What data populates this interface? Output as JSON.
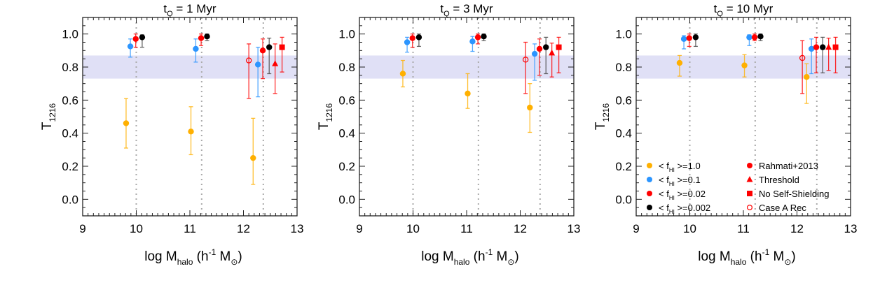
{
  "chart_data": [
    {
      "type": "scatter",
      "title": {
        "pre": "t",
        "sub": "Q",
        "post": " = 1 Myr"
      },
      "ylabel": {
        "pre": "T",
        "sub": "1216"
      },
      "xlabel": {
        "pre": "log M",
        "sub": "halo",
        "mid": " (h",
        "sup": "-1",
        "post": " M",
        "sub2": "⊙",
        "end": ")"
      },
      "xlim": [
        9,
        13
      ],
      "ylim": [
        -0.1,
        1.1
      ],
      "xticks": [
        9,
        10,
        11,
        12,
        13
      ],
      "yticks": [
        0.0,
        0.2,
        0.4,
        0.6,
        0.8,
        1.0
      ],
      "ytick_labels": [
        "0.0",
        "0.2",
        "0.4",
        "0.6",
        "0.8",
        "1.0"
      ],
      "band": [
        0.73,
        0.87
      ],
      "vlines": [
        10.0,
        11.22,
        12.37
      ],
      "series": [
        {
          "name": "<fHI>=1.0",
          "color": "#ffb000",
          "marker": "circle",
          "points": [
            {
              "x": 9.81,
              "y": 0.46,
              "lo": 0.31,
              "hi": 0.61
            },
            {
              "x": 11.02,
              "y": 0.41,
              "lo": 0.27,
              "hi": 0.56
            },
            {
              "x": 12.18,
              "y": 0.25,
              "lo": 0.09,
              "hi": 0.49
            }
          ]
        },
        {
          "name": "<fHI>=0.1",
          "color": "#2b95ff",
          "marker": "circle",
          "points": [
            {
              "x": 9.89,
              "y": 0.925,
              "lo": 0.86,
              "hi": 0.97
            },
            {
              "x": 11.11,
              "y": 0.91,
              "lo": 0.83,
              "hi": 0.97
            },
            {
              "x": 12.27,
              "y": 0.815,
              "lo": 0.62,
              "hi": 0.92
            }
          ]
        },
        {
          "name": "<fHI>=0.02",
          "color": "#ff0000",
          "marker": "circle",
          "points": [
            {
              "x": 9.99,
              "y": 0.97,
              "lo": 0.92,
              "hi": 1.0
            },
            {
              "x": 11.21,
              "y": 0.975,
              "lo": 0.93,
              "hi": 1.0
            },
            {
              "x": 12.36,
              "y": 0.9,
              "lo": 0.73,
              "hi": 0.97
            }
          ]
        },
        {
          "name": "<fHI>=0.002",
          "color": "#000000",
          "marker": "circle",
          "points": [
            {
              "x": 10.11,
              "y": 0.98,
              "lo": 0.92,
              "hi": 0.995
            },
            {
              "x": 11.32,
              "y": 0.985,
              "lo": 0.96,
              "hi": 1.0
            },
            {
              "x": 12.48,
              "y": 0.92,
              "lo": 0.76,
              "hi": 0.975
            }
          ]
        },
        {
          "name": "Case A Rec",
          "color": "#ff0000",
          "marker": "open-circle",
          "points": [
            {
              "x": 12.1,
              "y": 0.84,
              "lo": 0.61,
              "hi": 0.94
            }
          ]
        },
        {
          "name": "Threshold",
          "color": "#ff0000",
          "marker": "triangle",
          "points": [
            {
              "x": 12.59,
              "y": 0.82,
              "lo": 0.64,
              "hi": 0.94
            }
          ]
        },
        {
          "name": "No Self-Shielding",
          "color": "#ff0000",
          "marker": "square",
          "points": [
            {
              "x": 12.72,
              "y": 0.92,
              "lo": 0.77,
              "hi": 0.98
            }
          ]
        }
      ]
    },
    {
      "type": "scatter",
      "title": {
        "pre": "t",
        "sub": "Q",
        "post": " = 3 Myr"
      },
      "ylabel": {
        "pre": "T",
        "sub": "1216"
      },
      "xlabel": {
        "pre": "log M",
        "sub": "halo",
        "mid": " (h",
        "sup": "-1",
        "post": " M",
        "sub2": "⊙",
        "end": ")"
      },
      "xlim": [
        9,
        13
      ],
      "ylim": [
        -0.1,
        1.1
      ],
      "xticks": [
        9,
        10,
        11,
        12,
        13
      ],
      "yticks": [
        0.0,
        0.2,
        0.4,
        0.6,
        0.8,
        1.0
      ],
      "ytick_labels": [
        "0.0",
        "0.2",
        "0.4",
        "0.6",
        "0.8",
        "1.0"
      ],
      "band": [
        0.73,
        0.87
      ],
      "vlines": [
        10.0,
        11.22,
        12.37
      ],
      "series": [
        {
          "name": "<fHI>=1.0",
          "color": "#ffb000",
          "marker": "circle",
          "points": [
            {
              "x": 9.81,
              "y": 0.76,
              "lo": 0.68,
              "hi": 0.84
            },
            {
              "x": 11.02,
              "y": 0.64,
              "lo": 0.55,
              "hi": 0.76
            },
            {
              "x": 12.18,
              "y": 0.555,
              "lo": 0.405,
              "hi": 0.7
            }
          ]
        },
        {
          "name": "<fHI>=0.1",
          "color": "#2b95ff",
          "marker": "circle",
          "points": [
            {
              "x": 9.89,
              "y": 0.95,
              "lo": 0.89,
              "hi": 0.98
            },
            {
              "x": 11.11,
              "y": 0.955,
              "lo": 0.895,
              "hi": 0.985
            },
            {
              "x": 12.27,
              "y": 0.88,
              "lo": 0.72,
              "hi": 0.94
            }
          ]
        },
        {
          "name": "<fHI>=0.02",
          "color": "#ff0000",
          "marker": "circle",
          "points": [
            {
              "x": 9.99,
              "y": 0.975,
              "lo": 0.92,
              "hi": 1.0
            },
            {
              "x": 11.21,
              "y": 0.98,
              "lo": 0.94,
              "hi": 1.0
            },
            {
              "x": 12.36,
              "y": 0.91,
              "lo": 0.75,
              "hi": 0.97
            }
          ]
        },
        {
          "name": "<fHI>=0.002",
          "color": "#000000",
          "marker": "circle",
          "points": [
            {
              "x": 10.11,
              "y": 0.98,
              "lo": 0.925,
              "hi": 1.0
            },
            {
              "x": 11.32,
              "y": 0.985,
              "lo": 0.96,
              "hi": 1.0
            },
            {
              "x": 12.48,
              "y": 0.92,
              "lo": 0.76,
              "hi": 0.98
            }
          ]
        },
        {
          "name": "Case A Rec",
          "color": "#ff0000",
          "marker": "open-circle",
          "points": [
            {
              "x": 12.1,
              "y": 0.845,
              "lo": 0.64,
              "hi": 0.95
            }
          ]
        },
        {
          "name": "Threshold",
          "color": "#ff0000",
          "marker": "triangle",
          "points": [
            {
              "x": 12.59,
              "y": 0.885,
              "lo": 0.74,
              "hi": 0.945
            }
          ]
        },
        {
          "name": "No Self-Shielding",
          "color": "#ff0000",
          "marker": "square",
          "points": [
            {
              "x": 12.72,
              "y": 0.92,
              "lo": 0.765,
              "hi": 0.98
            }
          ]
        }
      ]
    },
    {
      "type": "scatter",
      "title": {
        "pre": "t",
        "sub": "Q",
        "post": " = 10 Myr"
      },
      "ylabel": {
        "pre": "T",
        "sub": "1216"
      },
      "xlabel": {
        "pre": "log M",
        "sub": "halo",
        "mid": " (h",
        "sup": "-1",
        "post": " M",
        "sub2": "⊙",
        "end": ")"
      },
      "xlim": [
        9,
        13
      ],
      "ylim": [
        -0.1,
        1.1
      ],
      "xticks": [
        9,
        10,
        11,
        12,
        13
      ],
      "yticks": [
        0.0,
        0.2,
        0.4,
        0.6,
        0.8,
        1.0
      ],
      "ytick_labels": [
        "0.0",
        "0.2",
        "0.4",
        "0.6",
        "0.8",
        "1.0"
      ],
      "band": [
        0.73,
        0.87
      ],
      "vlines": [
        10.0,
        11.22,
        12.37
      ],
      "legend_position": "bottom",
      "legend": [
        {
          "pre": "< f",
          "sub": "HI",
          "post": " >=1.0",
          "color": "#ffb000",
          "marker": "circle"
        },
        {
          "pre": "< f",
          "sub": "HI",
          "post": " >=0.1",
          "color": "#2b95ff",
          "marker": "circle"
        },
        {
          "pre": "< f",
          "sub": "HI",
          "post": " >=0.02",
          "color": "#ff0000",
          "marker": "circle"
        },
        {
          "pre": "< f",
          "sub": "HI",
          "post": " >=0.002",
          "color": "#000000",
          "marker": "circle"
        },
        {
          "pre": "Rahmati+2013",
          "color": "#ff0000",
          "marker": "circle"
        },
        {
          "pre": "Threshold",
          "color": "#ff0000",
          "marker": "triangle"
        },
        {
          "pre": "No Self-Shielding",
          "color": "#ff0000",
          "marker": "square"
        },
        {
          "pre": "Case A Rec",
          "color": "#ff0000",
          "marker": "open-circle"
        }
      ],
      "series": [
        {
          "name": "<fHI>=1.0",
          "color": "#ffb000",
          "marker": "circle",
          "points": [
            {
              "x": 9.81,
              "y": 0.825,
              "lo": 0.745,
              "hi": 0.87
            },
            {
              "x": 11.02,
              "y": 0.81,
              "lo": 0.74,
              "hi": 0.875
            },
            {
              "x": 12.18,
              "y": 0.74,
              "lo": 0.58,
              "hi": 0.82
            }
          ]
        },
        {
          "name": "<fHI>=0.1",
          "color": "#2b95ff",
          "marker": "circle",
          "points": [
            {
              "x": 9.89,
              "y": 0.97,
              "lo": 0.91,
              "hi": 0.99
            },
            {
              "x": 11.11,
              "y": 0.98,
              "lo": 0.93,
              "hi": 0.995
            },
            {
              "x": 12.27,
              "y": 0.91,
              "lo": 0.76,
              "hi": 0.97
            }
          ]
        },
        {
          "name": "<fHI>=0.02",
          "color": "#ff0000",
          "marker": "circle",
          "points": [
            {
              "x": 9.99,
              "y": 0.975,
              "lo": 0.925,
              "hi": 1.0
            },
            {
              "x": 11.21,
              "y": 0.98,
              "lo": 0.96,
              "hi": 1.0
            },
            {
              "x": 12.36,
              "y": 0.92,
              "lo": 0.765,
              "hi": 0.98
            }
          ]
        },
        {
          "name": "<fHI>=0.002",
          "color": "#000000",
          "marker": "circle",
          "points": [
            {
              "x": 10.11,
              "y": 0.98,
              "lo": 0.925,
              "hi": 1.0
            },
            {
              "x": 11.32,
              "y": 0.985,
              "lo": 0.96,
              "hi": 1.0
            },
            {
              "x": 12.48,
              "y": 0.92,
              "lo": 0.765,
              "hi": 0.98
            }
          ]
        },
        {
          "name": "Case A Rec",
          "color": "#ff0000",
          "marker": "open-circle",
          "points": [
            {
              "x": 12.1,
              "y": 0.855,
              "lo": 0.64,
              "hi": 0.96
            }
          ]
        },
        {
          "name": "Threshold",
          "color": "#ff0000",
          "marker": "triangle",
          "points": [
            {
              "x": 12.59,
              "y": 0.92,
              "lo": 0.78,
              "hi": 0.975
            }
          ]
        },
        {
          "name": "No Self-Shielding",
          "color": "#ff0000",
          "marker": "square",
          "points": [
            {
              "x": 12.72,
              "y": 0.92,
              "lo": 0.765,
              "hi": 0.98
            }
          ]
        }
      ]
    }
  ]
}
